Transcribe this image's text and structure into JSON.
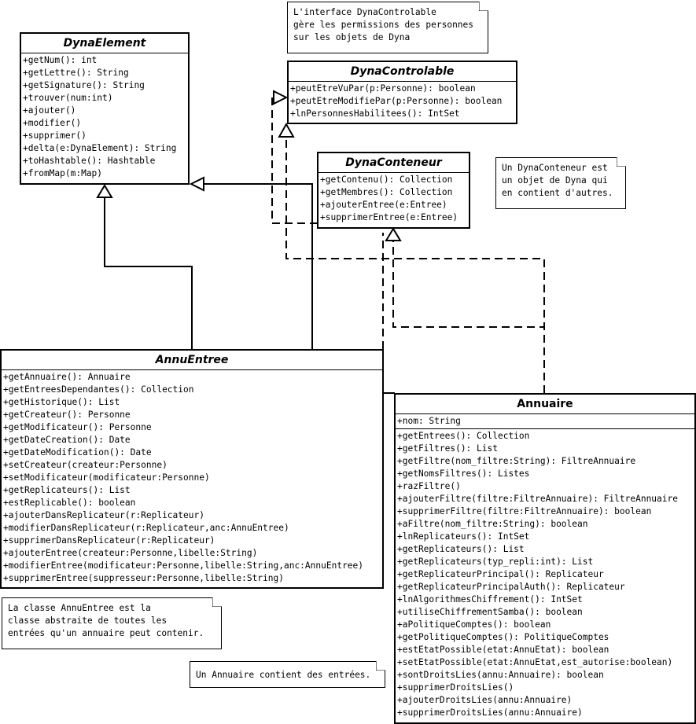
{
  "classes": {
    "dynaelement": {
      "name": "DynaElement",
      "methods": [
        "+getNum(): int",
        "+getLettre(): String",
        "+getSignature(): String",
        "+trouver(num:int)",
        "+ajouter()",
        "+modifier()",
        "+supprimer()",
        "+delta(e:DynaElement): String",
        "+toHashtable(): Hashtable",
        "+fromMap(m:Map)"
      ]
    },
    "dynacontrolable": {
      "name": "DynaControlable",
      "methods": [
        "+peutEtreVuPar(p:Personne): boolean",
        "+peutEtreModifiePar(p:Personne): boolean",
        "+lnPersonnesHabilitees(): IntSet"
      ]
    },
    "dynaconteneur": {
      "name": "DynaConteneur",
      "methods": [
        "+getContenu(): Collection",
        "+getMembres(): Collection",
        "+ajouterEntree(e:Entree)",
        "+supprimerEntree(e:Entree)"
      ]
    },
    "annuentree": {
      "name": "AnnuEntree",
      "methods": [
        "+getAnnuaire(): Annuaire",
        "+getEntreesDependantes(): Collection",
        "+getHistorique(): List",
        "+getCreateur(): Personne",
        "+getModificateur(): Personne",
        "+getDateCreation(): Date",
        "+getDateModification(): Date",
        "+setCreateur(createur:Personne)",
        "+setModificateur(modificateur:Personne)",
        "+getReplicateurs(): List",
        "+estReplicable(): boolean",
        "+ajouterDansReplicateur(r:Replicateur)",
        "+modifierDansReplicateur(r:Replicateur,anc:AnnuEntree)",
        "+supprimerDansReplicateur(r:Replicateur)",
        "+ajouterEntree(createur:Personne,libelle:String)",
        "+modifierEntree(modificateur:Personne,libelle:String,anc:AnnuEntree)",
        "+supprimerEntree(suppresseur:Personne,libelle:String)"
      ]
    },
    "annuaire": {
      "name": "Annuaire",
      "attributes": [
        "+nom: String"
      ],
      "methods": [
        "+getEntrees(): Collection",
        "+getFiltres(): List",
        "+getFiltre(nom_filtre:String): FiltreAnnuaire",
        "+getNomsFiltres(): Listes",
        "+razFiltre()",
        "+ajouterFiltre(filtre:FiltreAnnuaire): FiltreAnnuaire",
        "+supprimerFiltre(filtre:FiltreAnnuaire): boolean",
        "+aFiltre(nom_filtre:String): boolean",
        "+lnReplicateurs(): IntSet",
        "+getReplicateurs(): List",
        "+getReplicateurs(typ_repli:int): List",
        "+getReplicateurPrincipal(): Replicateur",
        "+getReplicateurPrincipalAuth(): Replicateur",
        "+lnAlgorithmesChiffrement(): IntSet",
        "+utiliseChiffrementSamba(): boolean",
        "+aPolitiqueComptes(): boolean",
        "+getPolitiqueComptes(): PolitiqueComptes",
        "+estEtatPossible(etat:AnnuEtat): boolean",
        "+setEtatPossible(etat:AnnuEtat,est_autorise:boolean)",
        "+sontDroitsLies(annu:Annuaire): boolean",
        "+supprimerDroitsLies()",
        "+ajouterDroitsLies(annu:Annuaire)",
        "+supprimerDroitsLies(annu:Annuaire)"
      ]
    }
  },
  "notes": {
    "dynacontrolable_note": "L'interface DynaControlable\ngère les permissions des personnes\nsur les objets de Dyna",
    "dynaconteneur_note": "Un DynaConteneur est\nun objet de Dyna qui\nen contient d'autres.",
    "annuentree_note": "La classe AnnuEntree est la\nclasse abstraite de toutes les\nentrées qu'un annuaire peut contenir.",
    "annuaire_note": "Un Annuaire contient des entrées."
  }
}
